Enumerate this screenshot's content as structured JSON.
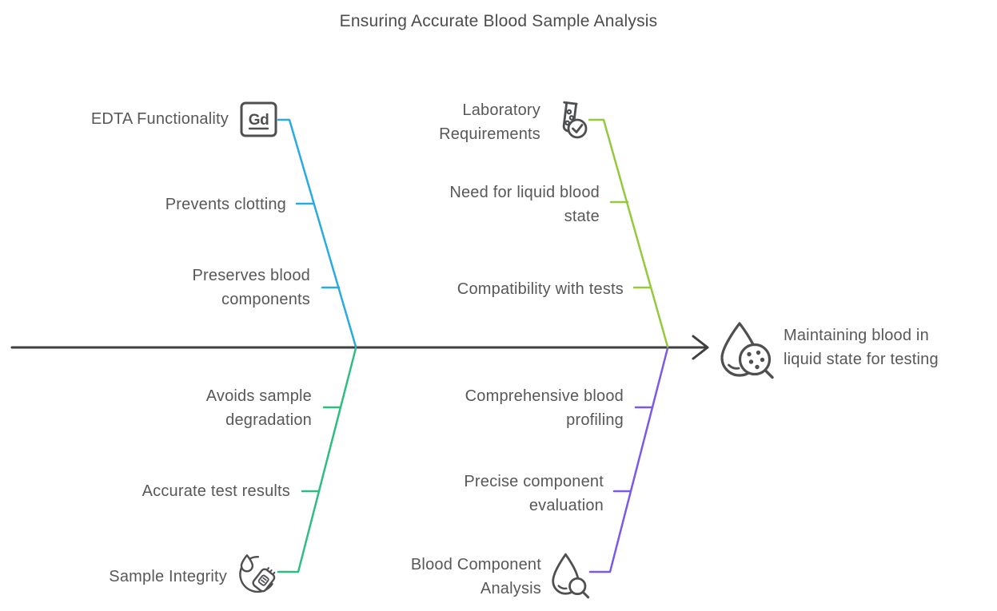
{
  "title": "Ensuring Accurate Blood Sample Analysis",
  "colors": {
    "spine": "#3f3f3f",
    "text": "#57585a",
    "title": "#4c4c4e",
    "icon": "#4e4f51"
  },
  "effect": {
    "label": "Maintaining blood in liquid state for testing",
    "icon": "blood-drop-magnifier-cells-icon"
  },
  "branches": [
    {
      "label": "EDTA Functionality",
      "icon": "gd-symbol-box-icon",
      "icon_text": "Gd",
      "color": "#29abe2",
      "position": "top-left",
      "items": [
        "Prevents clotting",
        "Preserves blood components"
      ]
    },
    {
      "label": "Laboratory Requirements",
      "icon": "test-tube-check-icon",
      "color": "#95c93d",
      "position": "top-right",
      "items": [
        "Need for liquid blood state",
        "Compatibility with tests"
      ]
    },
    {
      "label": "Sample Integrity",
      "icon": "blood-bag-cycle-icon",
      "color": "#2dbd80",
      "position": "bottom-left",
      "items": [
        "Avoids sample degradation",
        "Accurate test results"
      ]
    },
    {
      "label": "Blood Component Analysis",
      "icon": "blood-drop-magnifier-icon",
      "color": "#7958ec",
      "position": "bottom-right",
      "items": [
        "Comprehensive blood profiling",
        "Precise component evaluation"
      ]
    }
  ]
}
